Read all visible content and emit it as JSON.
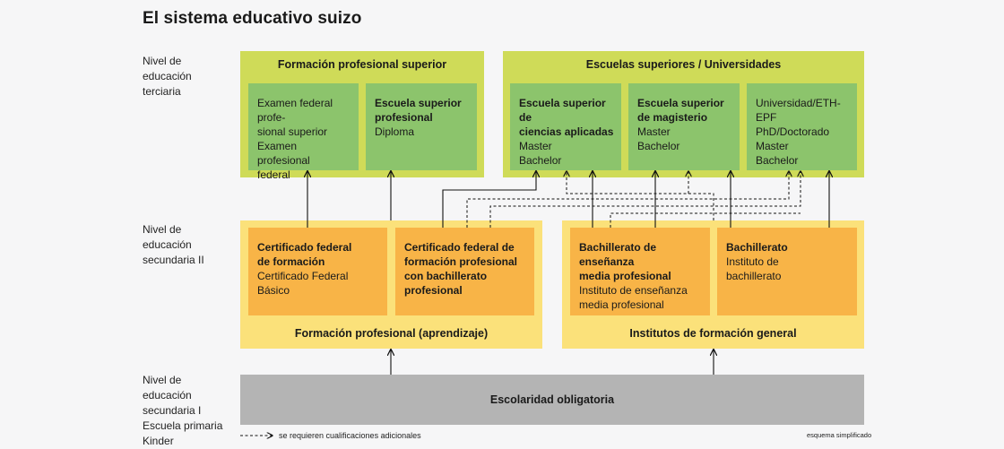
{
  "title": "El sistema educativo suizo",
  "levels": {
    "tertiary": [
      "Nivel de",
      "educación",
      "terciaria"
    ],
    "secondary2": [
      "Nivel de",
      "educación",
      "secundaria II"
    ],
    "secondary1": [
      "Nivel de",
      "educación",
      "secundaria I",
      "Escuela primaria",
      "Kinder"
    ]
  },
  "tertiary": {
    "vocational": {
      "header": "Formación profesional superior",
      "exam": {
        "lines": [
          "Examen federal profe-",
          "sional superior",
          "Examen profesional",
          "federal"
        ]
      },
      "school": {
        "bold": [
          "Escuela superior",
          "profesional"
        ],
        "lines": [
          "Diploma"
        ]
      }
    },
    "universities": {
      "header": "Escuelas superiores / Universidades",
      "applied": {
        "bold": [
          "Escuela superior de",
          "ciencias aplicadas"
        ],
        "lines": [
          "Master",
          "Bachelor"
        ]
      },
      "teacher": {
        "bold": [
          "Escuela superior",
          "de magisterio"
        ],
        "lines": [
          "Master",
          "Bachelor"
        ]
      },
      "university": {
        "lines": [
          "Universidad/ETH-EPF",
          "PhD/Doctorado",
          "Master",
          "Bachelor"
        ]
      }
    }
  },
  "secondary": {
    "vocational": {
      "footer": "Formación profesional (aprendizaje)",
      "certificate": {
        "bold": [
          "Certificado federal",
          "de formación"
        ],
        "lines": [
          "Certificado Federal Básico"
        ]
      },
      "certificate_bacc": {
        "bold": [
          "Certificado federal de",
          "formación profesional",
          "con bachillerato",
          "profesional"
        ],
        "lines": []
      }
    },
    "general": {
      "footer": "Institutos de formación general",
      "specialised": {
        "bold": [
          "Bachillerato de enseñanza",
          "media profesional"
        ],
        "lines": [
          "Instituto de enseñanza",
          "media profesional"
        ]
      },
      "baccalaureate": {
        "bold": [
          "Bachillerato"
        ],
        "lines": [
          "Instituto de",
          "bachillerato"
        ]
      }
    }
  },
  "compulsory": "Escolaridad obligatoria",
  "legend": "se requieren cualificaciones adicionales",
  "note": "esquema simplificado",
  "colors": {
    "tertiary_outer": "#cfdb58",
    "tertiary_inner": "#8cc46c",
    "secondary_outer": "#fbe17a",
    "secondary_inner": "#f8b447",
    "compulsory": "#b4b4b4"
  }
}
